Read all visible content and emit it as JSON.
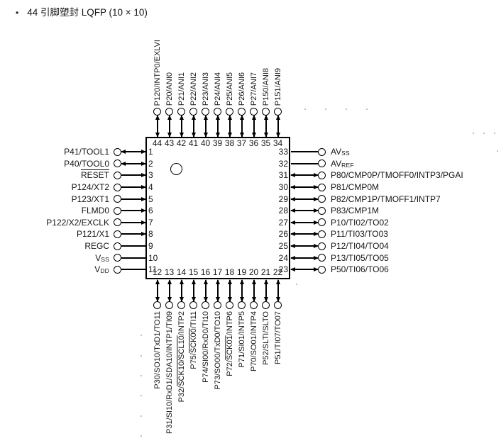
{
  "bullet": "•",
  "title": "44 引脚塑封 LQFP (10 × 10)",
  "pins": {
    "top": [
      {
        "num": "44",
        "label": "P120/INTP0/EXLVI",
        "dir": "both"
      },
      {
        "num": "43",
        "label": "P20/ANI0",
        "dir": "both"
      },
      {
        "num": "42",
        "label": "P21/ANI1",
        "dir": "both"
      },
      {
        "num": "41",
        "label": "P22/ANI2",
        "dir": "both"
      },
      {
        "num": "40",
        "label": "P23/ANI3",
        "dir": "both"
      },
      {
        "num": "39",
        "label": "P24/ANI4",
        "dir": "both"
      },
      {
        "num": "38",
        "label": "P25/ANI5",
        "dir": "both"
      },
      {
        "num": "37",
        "label": "P26/ANI6",
        "dir": "both"
      },
      {
        "num": "36",
        "label": "P27/ANI7",
        "dir": "both"
      },
      {
        "num": "35",
        "label": "P150/ANI8",
        "dir": "both"
      },
      {
        "num": "34",
        "label": "P151/ANI9",
        "dir": "both"
      }
    ],
    "left": [
      {
        "num": "1",
        "label": "P41/TOOL1",
        "dir": "both"
      },
      {
        "num": "2",
        "label": "P40/TOOL0",
        "dir": "both"
      },
      {
        "num": "3",
        "label": [
          {
            "t": "RESET",
            "ov": true
          }
        ],
        "dir": "in"
      },
      {
        "num": "4",
        "label": "P124/XT2",
        "dir": "in"
      },
      {
        "num": "5",
        "label": "P123/XT1",
        "dir": "in"
      },
      {
        "num": "6",
        "label": "FLMD0",
        "dir": "in"
      },
      {
        "num": "7",
        "label": "P122/X2/EXCLK",
        "dir": "in"
      },
      {
        "num": "8",
        "label": "P121/X1",
        "dir": "in"
      },
      {
        "num": "9",
        "label": "REGC",
        "dir": "none"
      },
      {
        "num": "10",
        "label": [
          {
            "t": "V"
          },
          {
            "t": "SS",
            "sub": true
          }
        ],
        "dir": "none"
      },
      {
        "num": "11",
        "label": [
          {
            "t": "V"
          },
          {
            "t": "DD",
            "sub": true
          }
        ],
        "dir": "none"
      }
    ],
    "right": [
      {
        "num": "33",
        "label": [
          {
            "t": "AV"
          },
          {
            "t": "SS",
            "sub": true
          }
        ],
        "dir": "none"
      },
      {
        "num": "32",
        "label": [
          {
            "t": "AV"
          },
          {
            "t": "REF",
            "sub": true
          }
        ],
        "dir": "none"
      },
      {
        "num": "31",
        "label": "P80/CMP0P/TMOFF0/INTP3/PGAI",
        "dir": "both"
      },
      {
        "num": "30",
        "label": "P81/CMP0M",
        "dir": "both"
      },
      {
        "num": "29",
        "label": "P82/CMP1P/TMOFF1/INTP7",
        "dir": "both"
      },
      {
        "num": "28",
        "label": "P83/CMP1M",
        "dir": "both"
      },
      {
        "num": "27",
        "label": "P10/TI02/TO02",
        "dir": "both"
      },
      {
        "num": "26",
        "label": "P11/TI03/TO03",
        "dir": "both"
      },
      {
        "num": "25",
        "label": "P12/TI04/TO04",
        "dir": "both"
      },
      {
        "num": "24",
        "label": "P13/TI05/TO05",
        "dir": "both"
      },
      {
        "num": "23",
        "label": "P50/TI06/TO06",
        "dir": "both"
      }
    ],
    "bottom": [
      {
        "num": "12",
        "label": "P30/SO10/TxD1/TO11",
        "dir": "both"
      },
      {
        "num": "13",
        "label": "P31/SI10/RxD1/SDA10/INTP1/TI09",
        "dir": "both"
      },
      {
        "num": "14",
        "label": [
          {
            "t": "P32/"
          },
          {
            "t": "SCK10/SCL10",
            "ov": true
          },
          {
            "t": "/INTP2"
          }
        ],
        "dir": "both"
      },
      {
        "num": "15",
        "label": [
          {
            "t": "P75/"
          },
          {
            "t": "SCK00",
            "ov": true
          },
          {
            "t": "/TI11"
          }
        ],
        "dir": "both"
      },
      {
        "num": "16",
        "label": "P74/SI00/RxD0/TI10",
        "dir": "both"
      },
      {
        "num": "17",
        "label": "P73/SO00/TxD0/TO10",
        "dir": "both"
      },
      {
        "num": "18",
        "label": [
          {
            "t": "P72/"
          },
          {
            "t": "SCK01",
            "ov": true
          },
          {
            "t": "/INTP6"
          }
        ],
        "dir": "both"
      },
      {
        "num": "19",
        "label": "P71/SI01/INTP5",
        "dir": "both"
      },
      {
        "num": "20",
        "label": "P70/SO01/INTP4",
        "dir": "both"
      },
      {
        "num": "21",
        "label": "P52/SLTI/SLTO",
        "dir": "both"
      },
      {
        "num": "22",
        "label": "P51/TI07/TO07",
        "dir": "both"
      }
    ]
  }
}
